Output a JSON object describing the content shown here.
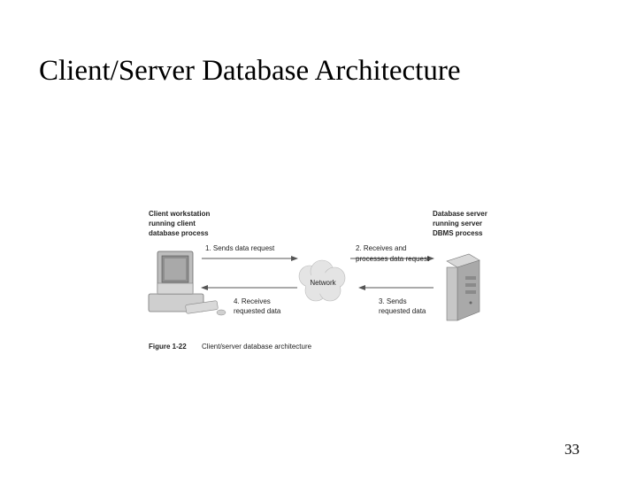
{
  "slide": {
    "title": "Client/Server Database Architecture",
    "page_number": "33"
  },
  "figure": {
    "client_label": [
      "Client workstation",
      "running client",
      "database process"
    ],
    "server_label": [
      "Database server",
      "running server",
      "DBMS process"
    ],
    "network_label": "Network",
    "step1": [
      "1. Sends data request"
    ],
    "step2": [
      "2. Receives and",
      "processes data request"
    ],
    "step3": [
      "3. Sends",
      "requested data"
    ],
    "step4": [
      "4. Receives",
      "requested data"
    ],
    "caption_number": "Figure 1-22",
    "caption_text": "Client/server database architecture"
  },
  "colors": {
    "arrow": "#555555",
    "cloud": "#e4e4e4",
    "device": "#bdbdbd"
  }
}
